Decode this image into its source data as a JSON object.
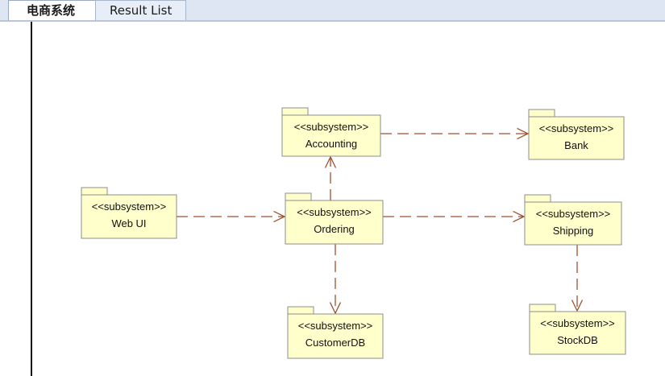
{
  "tabs": [
    {
      "label": "电商系统",
      "active": true
    },
    {
      "label": "Result List",
      "active": false
    }
  ],
  "diagram": {
    "stereotype": "<<subsystem>>",
    "packages": [
      {
        "id": "accounting",
        "name": "Accounting"
      },
      {
        "id": "bank",
        "name": "Bank"
      },
      {
        "id": "webui",
        "name": "Web UI"
      },
      {
        "id": "ordering",
        "name": "Ordering"
      },
      {
        "id": "shipping",
        "name": "Shipping"
      },
      {
        "id": "customerdb",
        "name": "CustomerDB"
      },
      {
        "id": "stockdb",
        "name": "StockDB"
      }
    ],
    "dependencies": [
      {
        "from": "webui",
        "to": "ordering"
      },
      {
        "from": "ordering",
        "to": "accounting"
      },
      {
        "from": "accounting",
        "to": "bank"
      },
      {
        "from": "ordering",
        "to": "shipping"
      },
      {
        "from": "ordering",
        "to": "customerdb"
      },
      {
        "from": "shipping",
        "to": "stockdb"
      }
    ]
  },
  "colors": {
    "package_fill": "#ffffcc",
    "package_border": "#8c8c8c",
    "dependency_line": "#a0522d"
  }
}
